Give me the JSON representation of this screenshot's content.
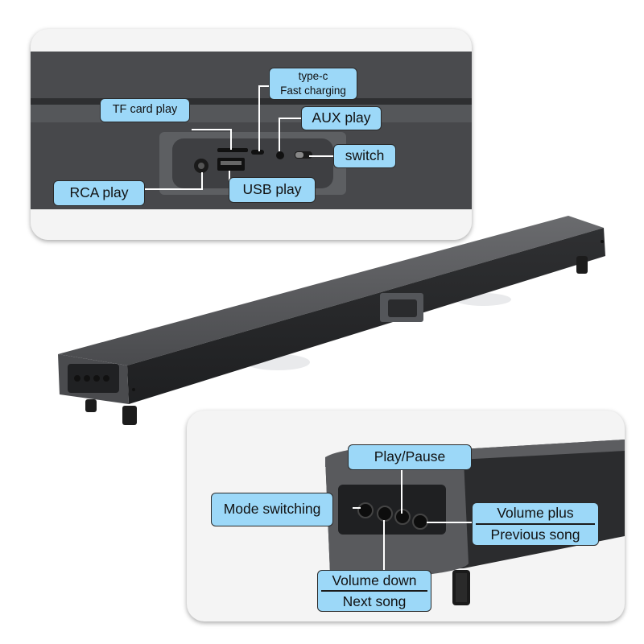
{
  "colors": {
    "callout_fill": "#9cd8f8",
    "callout_border": "#2a2a2a",
    "body_dark": "#3a3b3d",
    "body_light": "#5b5c5f"
  },
  "top_panel": {
    "labels": {
      "type_c_line1": "type-c",
      "type_c_line2": "Fast charging",
      "tf_card": "TF card play",
      "aux": "AUX play",
      "switch": "switch",
      "rca": "RCA play",
      "usb": "USB play"
    }
  },
  "bottom_panel": {
    "labels": {
      "play_pause": "Play/Pause",
      "mode_switching": "Mode switching",
      "volume_plus": "Volume plus",
      "previous_song": "Previous song",
      "volume_down": "Volume down",
      "next_song": "Next song"
    }
  }
}
